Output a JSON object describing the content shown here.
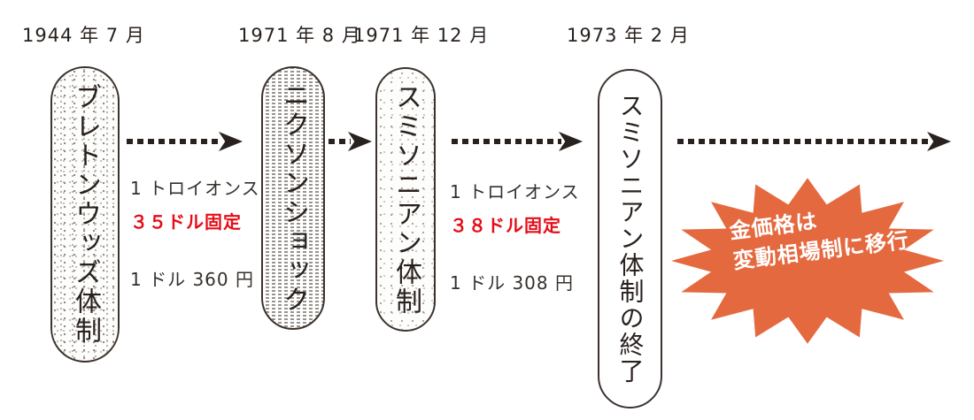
{
  "dates": [
    "1944 年 7 月",
    "1971 年 8 月",
    "1971 年 12 月",
    "1973 年 2 月"
  ],
  "stages": [
    {
      "label": "ブレトンウッズ体制"
    },
    {
      "label": "ニクソンショック"
    },
    {
      "label": "スミソニアン体制"
    },
    {
      "label": "スミソニアン体制の終了"
    }
  ],
  "annotations": [
    {
      "ounce": "1 トロイオンス",
      "fixed": "３５ドル固定",
      "yen": "1 ドル 360 円"
    },
    {
      "ounce": "1 トロイオンス",
      "fixed": "３８ドル固定",
      "yen": "1 ドル 308 円"
    }
  ],
  "burst": {
    "line1": "金価格は",
    "line2": "変動相場制に移行"
  },
  "colors": {
    "ink": "#29211d",
    "red": "#e60c17",
    "orange": "#e5693f"
  }
}
